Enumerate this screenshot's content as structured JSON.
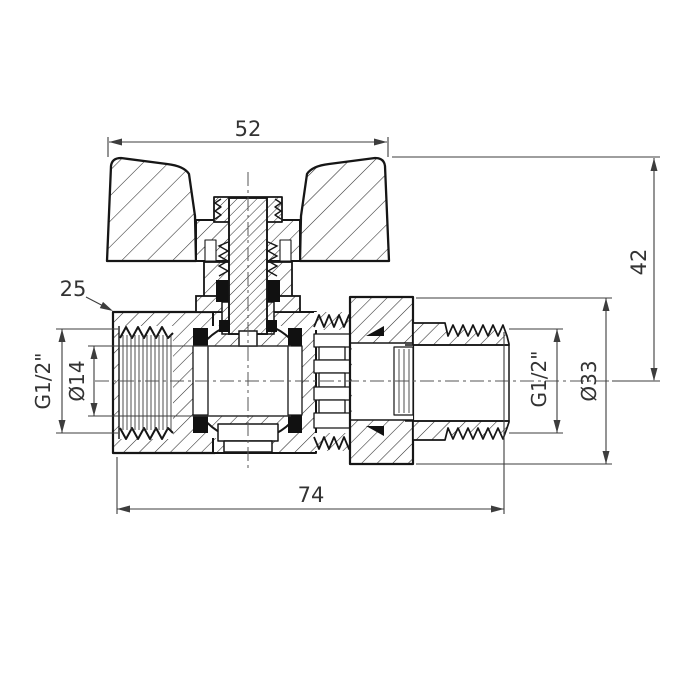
{
  "drawing": {
    "type": "technical-cross-section",
    "subject": "ball valve with butterfly handle, sectional drawing with dimensions",
    "background": "#ffffff",
    "line_color": "#161616",
    "dim_color": "#3d3d3d",
    "dimensions": {
      "handle_width": "52",
      "height_to_axis": "42",
      "overall_length": "74",
      "wrench_size": "25",
      "left_thread": "G1/2\"",
      "bore_diameter": "Ø14",
      "right_thread": "G1/2\"",
      "union_nut_diameter": "Ø33"
    }
  }
}
